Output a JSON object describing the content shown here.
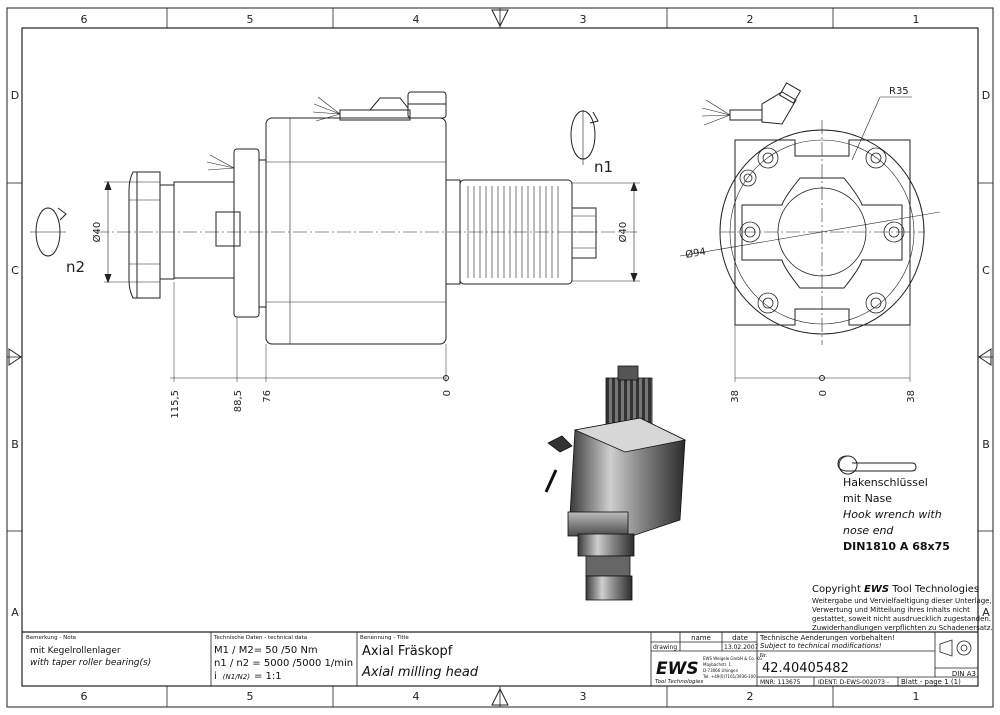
{
  "frame": {
    "column_labels": [
      "6",
      "5",
      "4",
      "3",
      "2",
      "1"
    ],
    "row_labels": [
      "D",
      "C",
      "B",
      "A"
    ]
  },
  "views": {
    "side": {
      "diameter_left": "Ø40",
      "diameter_right": "Ø40",
      "rotation_label": "n2",
      "dim_1": "115,5",
      "dim_2": "88,5",
      "dim_3": "76",
      "dim_zero": "0"
    },
    "top_center": {
      "rotation_label": "n1"
    },
    "front": {
      "radius_label": "R35",
      "diameter_label": "Ø94",
      "dim_left": "38",
      "dim_zero": "0",
      "dim_right": "38"
    }
  },
  "wrench_note": {
    "line1": "Hakenschlüssel",
    "line2": "mit Nase",
    "line3": "Hook wrench with",
    "line4": "nose end",
    "line5": "DIN1810 A 68x75"
  },
  "copyright": {
    "title_prefix": "Copyright ",
    "title_brand": "EWS",
    "title_suffix": " Tool Technologies",
    "line1": "Weitergabe und Vervielfaeltigung dieser Unterlage,",
    "line2": "Verwertung und Mitteilung ihres Inhalts nicht",
    "line3": "gestattet, soweit nicht ausdruecklich zugestanden.",
    "line4": "Zuwiderhandlungen verpflichten zu Schadenersatz."
  },
  "title_block": {
    "remarks_header": "Bemerkung - Note",
    "remarks_line1": "mit Kegelrollenlager",
    "remarks_line2": "with taper roller bearing(s)",
    "tech_header": "Technische Daten - technical data",
    "tech_line1": "M1 / M2= 50  /50  Nm",
    "tech_line2": "n1 / n2 = 5000 /5000  1/min",
    "tech_line3_a": "i",
    "tech_line3_b": "(N1/N2)",
    "tech_line3_c": "= 1:1",
    "title_header": "Benennung - Title",
    "title_de": "Axial Fräskopf",
    "title_en": "Axial milling head",
    "col_name": "name",
    "col_date": "date",
    "row_drawing": "drawing",
    "drawing_date": "13.02.2007",
    "logo_text": "EWS",
    "logo_sub": "Tool Technologies",
    "company_line1": "EWS Weigele GmbH & Co. KG",
    "company_line2": "Maybachstr. 1",
    "company_line3": "D-73066 Uhingen",
    "company_line4": "Tel. +49(0)7161/3936-100",
    "changes_de": "Technische Aenderungen vorbehalten!",
    "changes_en": "Subject to technical modifications!",
    "nr_label": "Nr.",
    "part_number": "42.40405482",
    "mnr": "MNR: 113675",
    "ident": "IDENT: D-EWS-002073 -",
    "sheet": "Blatt - page  1 (1)",
    "format": "DIN A3"
  }
}
